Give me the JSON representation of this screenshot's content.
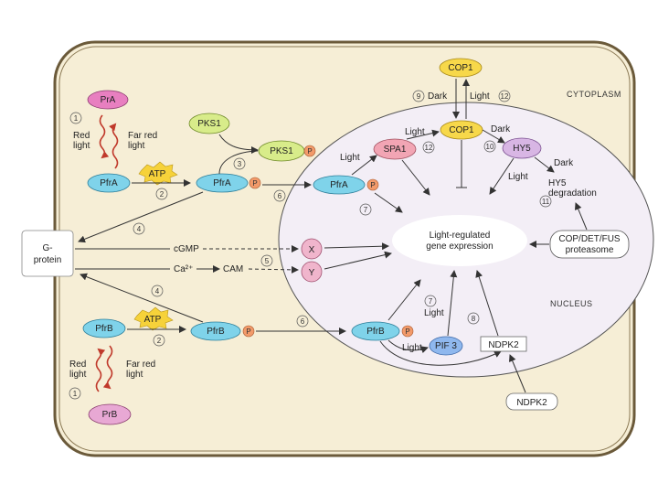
{
  "regions": {
    "cytoplasm": "CYTOPLASM",
    "nucleus": "NUCLEUS"
  },
  "nodes": {
    "pra": "PrA",
    "pfra_left": "PfrA",
    "atp_a": "ATP",
    "pfra_mid": "PfrA",
    "pks1_free": "PKS1",
    "pks1_p": "PKS1",
    "pfra_nuc": "PfrA",
    "spa1": "SPA1",
    "cop1_top": "COP1",
    "cop1_nuc": "COP1",
    "hy5": "HY5",
    "gene_expression_1": "Light-regulated",
    "gene_expression_2": "gene expression",
    "cop_det_fus_1": "COP/DET/FUS",
    "cop_det_fus_2": "proteasome",
    "g_protein_1": "G-",
    "g_protein_2": "protein",
    "x": "X",
    "y": "Y",
    "camp": "cGMP",
    "ca": "Ca²⁺",
    "cam": "CAM",
    "pfrb_left": "PfrB",
    "atp_b": "ATP",
    "pfrb_mid": "PfrB",
    "prb": "PrB",
    "pfrb_nuc": "PfrB",
    "pif3": "PIF 3",
    "ndpk2_nuc": "NDPK2",
    "ndpk2_out": "NDPK2",
    "phospho": "P"
  },
  "labels": {
    "red_light_a_1": "Red",
    "red_light_a_2": "light",
    "far_red_a_1": "Far red",
    "far_red_a_2": "light",
    "red_light_b_1": "Red",
    "red_light_b_2": "light",
    "far_red_b_1": "Far red",
    "far_red_b_2": "light",
    "dark_9": "Dark",
    "light_12": "Light",
    "light_spa1_cop1": "Light",
    "dark_cop1_hy5": "Dark",
    "light_spa1": "Light",
    "light_hy5": "Light",
    "dark_hy5": "Dark",
    "hy5_degradation_1": "HY5",
    "hy5_degradation_2": "degradation",
    "light_pif3": "Light",
    "light_7b": "Light"
  },
  "step_numbers": {
    "n1a": "1",
    "n2a": "2",
    "n3": "3",
    "n4a": "4",
    "n5": "5",
    "n6a": "6",
    "n7a": "7",
    "n9": "9",
    "n12a": "12",
    "n12b": "12",
    "n10": "10",
    "n11": "11",
    "n4b": "4",
    "n6b": "6",
    "n2b": "2",
    "n1b": "1",
    "n7b": "7",
    "n8": "8"
  },
  "colors": {
    "cell_fill": "#f6eed6",
    "cell_border": "#6b5a3a",
    "nucleus_fill": "#f3eef6",
    "pr_pink": "#e87fc0",
    "pfr_blue": "#7fd3ea",
    "atp_yellow": "#f6d23a",
    "pks1_green": "#d8ec8a",
    "spa1_pink": "#f2a5b4",
    "cop1_yellow": "#f7d84a",
    "hy5_lilac": "#d8b6e4",
    "xy_pink": "#f0b5cc",
    "phospho_orange": "#f29a6a",
    "pif3_blue": "#8fb8ee",
    "red_light": "#c0392b"
  }
}
